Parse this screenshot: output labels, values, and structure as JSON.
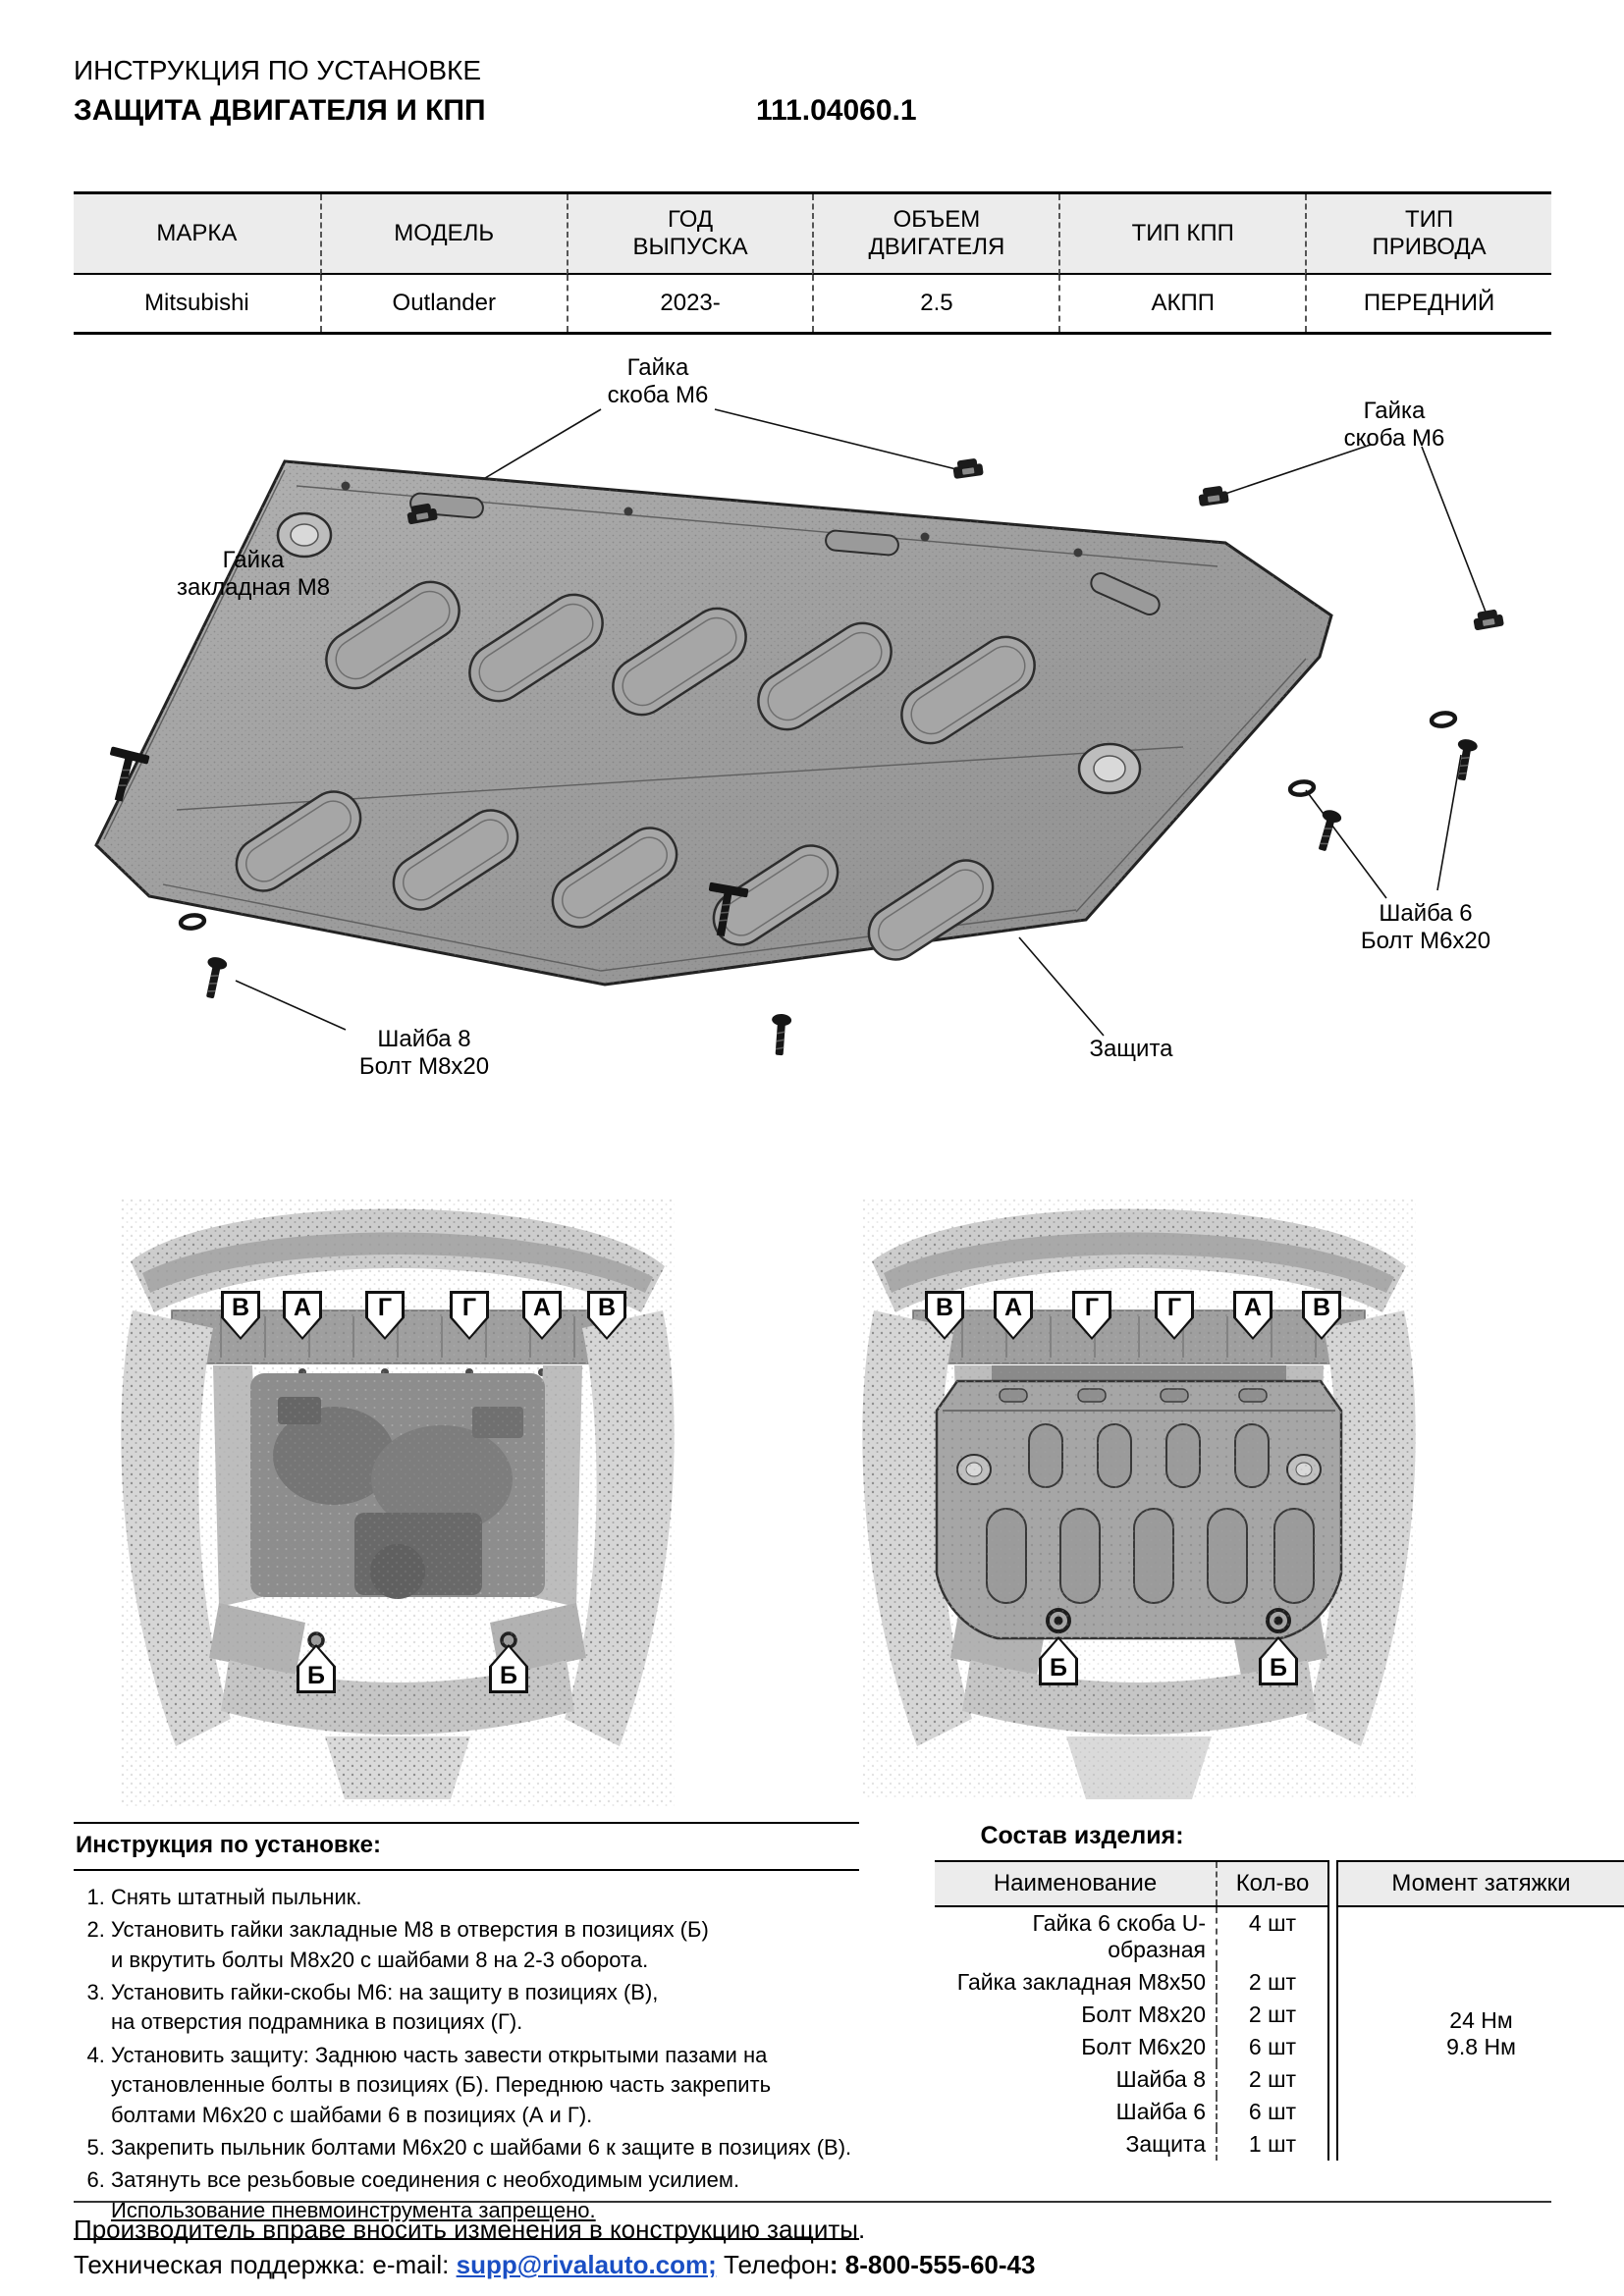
{
  "header": {
    "title": "ИНСТРУКЦИЯ ПО УСТАНОВКЕ",
    "subtitle": "ЗАЩИТА ДВИГАТЕЛЯ И КПП",
    "part_number": "111.04060.1"
  },
  "colors": {
    "link_blue": "#1a4fc4",
    "table_header_bg": "#ececec",
    "plate_gray": "#9c9c9c"
  },
  "spec_table": {
    "columns": [
      {
        "header": "МАРКА",
        "value": "Mitsubishi"
      },
      {
        "header": "МОДЕЛЬ",
        "value": "Outlander"
      },
      {
        "header": "ГОД\nВЫПУСКА",
        "value": "2023-"
      },
      {
        "header": "ОБЪЕМ\nДВИГАТЕЛЯ",
        "value": "2.5"
      },
      {
        "header": "ТИП КПП",
        "value": "АКПП"
      },
      {
        "header": "ТИП\nПРИВОДА",
        "value": "ПЕРЕДНИЙ"
      }
    ]
  },
  "diagram": {
    "callouts": {
      "clip_top": "Гайка\nскоба М6",
      "clip_right": "Гайка\nскоба М6",
      "nut_left": "Гайка\nзакладная М8",
      "washer_bolt_m6": "Шайба 6\nБолт М6х20",
      "washer_bolt_m8": "Шайба 8\nБолт М8х20",
      "plate": "Защита"
    }
  },
  "views": {
    "markers_top": [
      "В",
      "А",
      "Г",
      "Г",
      "А",
      "В"
    ],
    "markers_bottom": [
      "Б",
      "Б"
    ]
  },
  "instructions": {
    "title": "Инструкция по установке:",
    "items": [
      {
        "text": "Снять штатный пыльник."
      },
      {
        "text": "Установить гайки закладные М8 в отверстия в позициях (Б)\nи вкрутить болты М8х20 с шайбами 8 на 2-3 оборота."
      },
      {
        "text": "Установить гайки-скобы М6: на защиту в позициях (В),\nна отверстия подрамника в позициях (Г)."
      },
      {
        "text": "Установить защиту: Заднюю часть завести открытыми пазами на\nустановленные болты в позициях (Б). Переднюю часть закрепить\nболтами М6х20 с шайбами 6 в позициях (А и Г)."
      },
      {
        "text": "Закрепить пыльник болтами М6х20 с шайбами 6 к защите в позициях (В)."
      },
      {
        "text": "Затянуть все резьбовые соединения с необходимым усилием.\n",
        "underline": "Использование пневмоинструмента запрещено."
      }
    ]
  },
  "parts": {
    "title": "Состав изделия:",
    "headers": {
      "name": "Наименование",
      "qty": "Кол-во",
      "torque": "Момент затяжки"
    },
    "rows": [
      {
        "name": "Гайка 6 скоба U-образная",
        "qty": "4 шт"
      },
      {
        "name": "Гайка закладная М8х50",
        "qty": "2 шт"
      },
      {
        "name": "Болт М8х20",
        "qty": "2 шт"
      },
      {
        "name": "Болт М6х20",
        "qty": "6 шт"
      },
      {
        "name": "Шайба 8",
        "qty": "2 шт"
      },
      {
        "name": "Шайба 6",
        "qty": "6 шт"
      },
      {
        "name": "Защита",
        "qty": "1 шт"
      }
    ],
    "torque_values": "24 Нм\n9.8 Нм"
  },
  "footer": {
    "note": "Производитель вправе вносить изменения в конструкцию защиты.",
    "support_prefix": "Техническая поддержка:  e-mail: ",
    "email": "supp@rivalauto.com;",
    "after_email": " Телефон",
    "phone": ": 8-800-555-60-43"
  }
}
